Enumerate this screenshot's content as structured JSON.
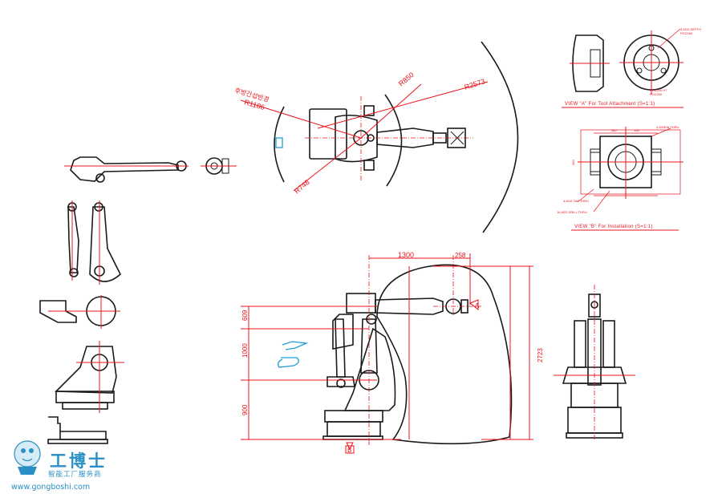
{
  "top_view": {
    "radius_labels": [
      "R2573",
      "R850",
      "R1186",
      "R748"
    ],
    "korean_note": "후방간섭반경"
  },
  "side_view": {
    "dim_horizontal": [
      "1300",
      "258"
    ],
    "dim_vertical_left": [
      "609",
      "1000",
      "900"
    ],
    "dim_vertical_right": "2723",
    "view_markers": [
      "A",
      "B"
    ]
  },
  "view_a": {
    "caption": "VIEW \"A\" For Tool Attachment (S=1:1)",
    "notes": [
      "3-M10 DEPTH",
      "PCD160",
      "PCD200 H7",
      "PCD250"
    ]
  },
  "view_b": {
    "caption": "VIEW \"B\" For Installation (S=1:1)",
    "notes": [
      "2-Ø20H8 THRU",
      "4-M16 TAP THRU",
      "16-Ø22 DRILL THRU"
    ],
    "dims": [
      "380",
      "150",
      "390"
    ]
  },
  "watermark": {
    "title": "工博士",
    "subtitle": "智能工厂服务商",
    "url": "www.gongboshi.com"
  },
  "colors": {
    "outline": "#1a1a1a",
    "dimension": "#e8141b",
    "watermark": "#2a8fc4",
    "annotation": "#1ea0d6"
  }
}
